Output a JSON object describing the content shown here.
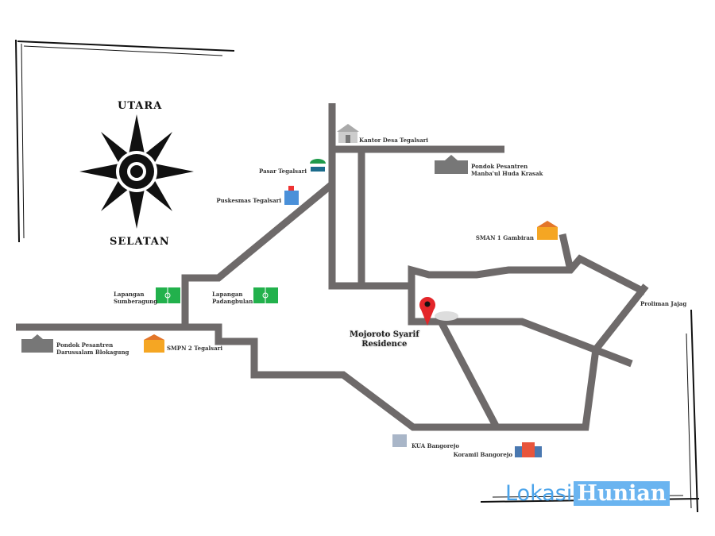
{
  "compass": {
    "north": "UTARA",
    "south": "SELATAN"
  },
  "destination": {
    "line1": "Mojoroto Syarif",
    "line2": "Residence",
    "pin_color": "#e3262a"
  },
  "landmarks": {
    "kantor_desa": "Kantor Desa Tegalsari",
    "pasar": "Pasar Tegalsari",
    "puskesmas": "Puskesmas Tegalsari",
    "pondok_manba": [
      "Pondok Pesantren",
      "Manba'ul Huda Krasak"
    ],
    "sman": "SMAN 1 Gambiran",
    "lap_sumberagung": [
      "Lapangan",
      "Sumberagung"
    ],
    "lap_padangbulan": [
      "Lapangan",
      "Padangbulan"
    ],
    "pondok_darussalam": [
      "Pondok Pesantren",
      "Darussalam Blokagung"
    ],
    "smpn": "SMPN 2 Tegalsari",
    "proliman": "Proliman Jajag",
    "kua": "KUA Bangorejo",
    "koramil": "Koramil Bangorejo"
  },
  "watermark": {
    "part1": "Lokasi",
    "part2": "Hunian"
  },
  "colors": {
    "road": "#6e6a6a",
    "field": "#22b14c",
    "school": "#f5a623"
  }
}
